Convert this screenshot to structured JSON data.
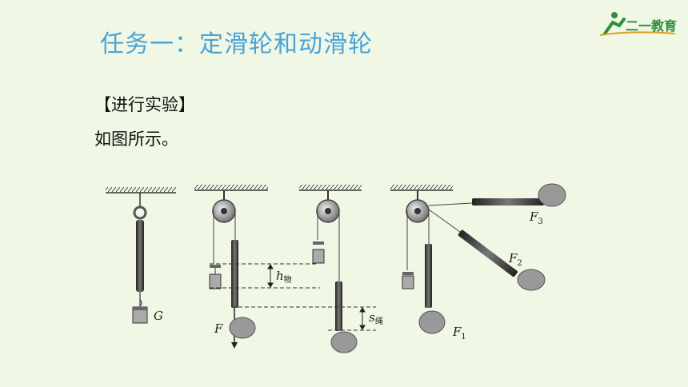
{
  "header": {
    "title": "任务一：定滑轮和动滑轮",
    "logo_text": "二一教育"
  },
  "content": {
    "section_heading": "【进行实验】",
    "caption": "如图所示。"
  },
  "figure": {
    "labels": {
      "G": "G",
      "F": "F",
      "h": "h",
      "h_sub": "物",
      "s": "s",
      "s_sub": "绳",
      "F1": "F",
      "F1_sub": "1",
      "F2": "F",
      "F2_sub": "2",
      "F3": "F",
      "F3_sub": "3"
    }
  },
  "colors": {
    "title": "#4aa3d8",
    "logo_green": "#2f8f3a",
    "background": "#f0f7e4"
  }
}
